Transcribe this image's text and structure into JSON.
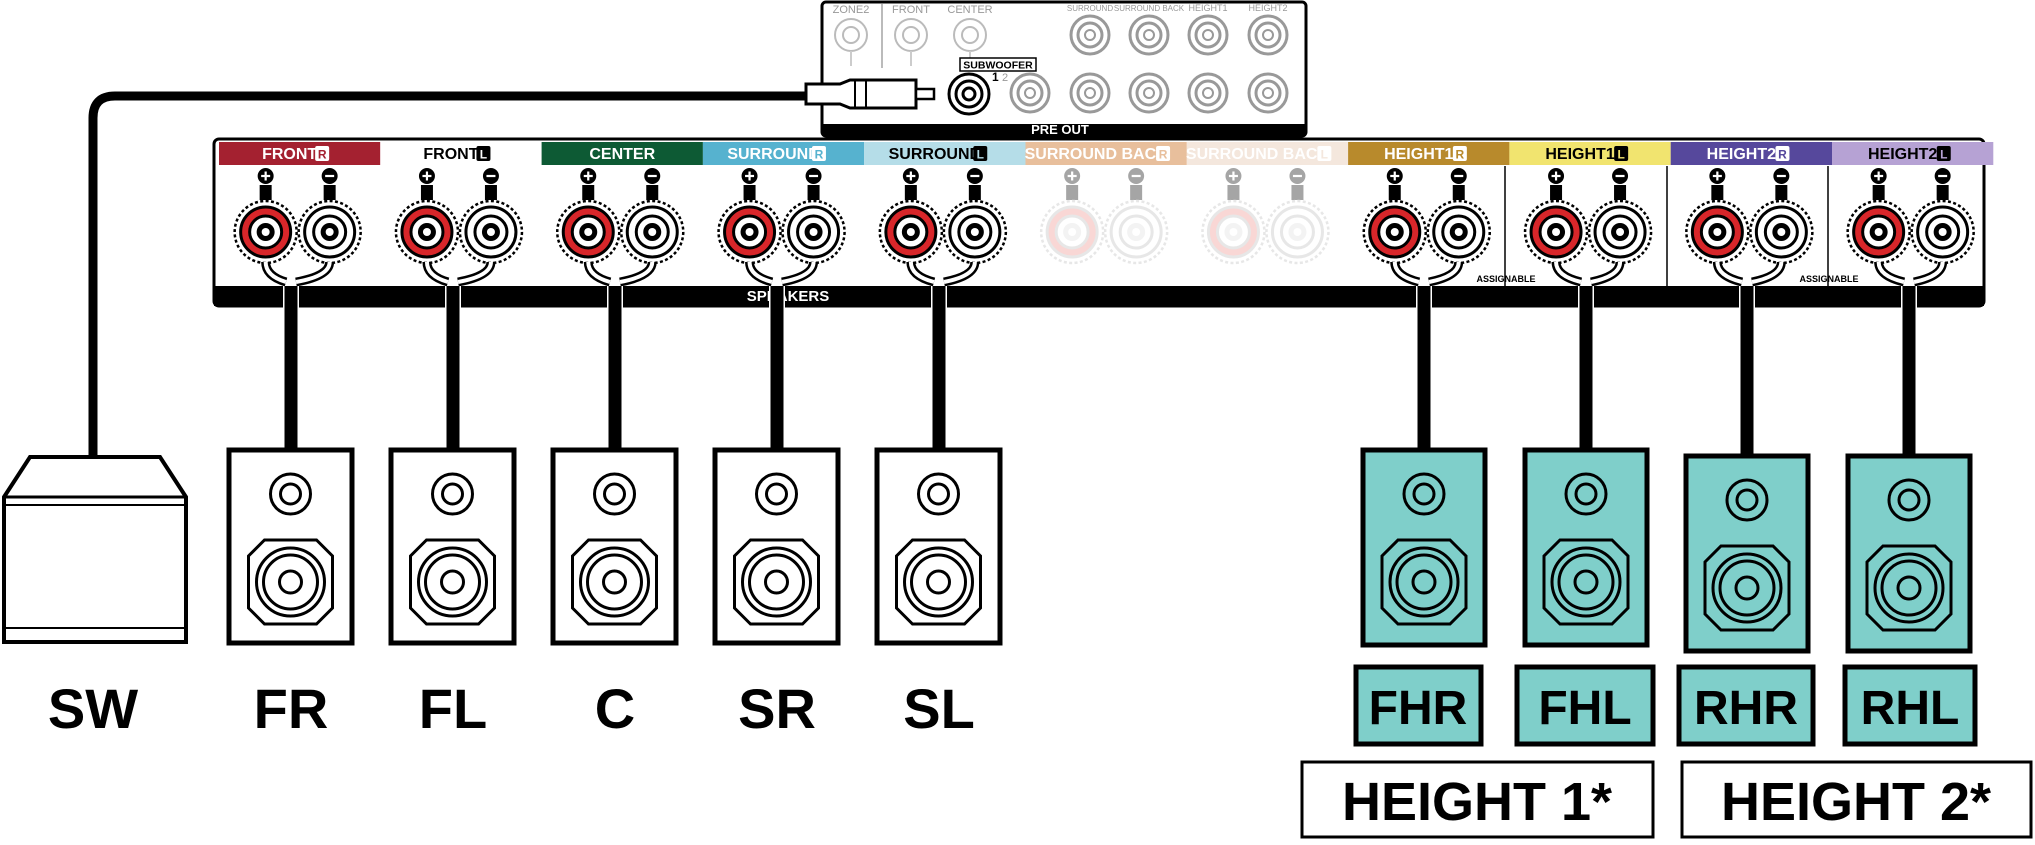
{
  "colors": {
    "front_r": "#a42130",
    "front_l": "#ffffff",
    "center": "#0d5a34",
    "surround_r": "#56b2cf",
    "surround_l": "#b5dde8",
    "surround_back_r": "#e8bf9c",
    "surround_back_l": "#f4e7dd",
    "height1_r": "#b88a2c",
    "height1_l": "#f1e46f",
    "height2_r": "#56489c",
    "height2_l": "#b6a2d4",
    "speaker_teal": "#7fcfca",
    "terminal_red": "#d8262a"
  },
  "preout": {
    "top_labels": [
      "ZONE2",
      "FRONT",
      "CENTER",
      "SURROUND",
      "SURROUND BACK",
      "HEIGHT1",
      "HEIGHT2"
    ],
    "subwoofer_label": "SUBWOOFER",
    "sub_num_1": "1",
    "sub_num_2": "2",
    "bottom_label": "PRE OUT"
  },
  "channels": [
    {
      "label": "FRONT",
      "mark": "R",
      "color_key": "front_r",
      "faded": false
    },
    {
      "label": "FRONT",
      "mark": "L",
      "color_key": "front_l",
      "faded": false
    },
    {
      "label": "CENTER",
      "mark": "",
      "color_key": "center",
      "faded": false
    },
    {
      "label": "SURROUND",
      "mark": "R",
      "color_key": "surround_r",
      "faded": false
    },
    {
      "label": "SURROUND",
      "mark": "L",
      "color_key": "surround_l",
      "faded": false
    },
    {
      "label": "SURROUND BACK",
      "mark": "R",
      "color_key": "surround_back_r",
      "faded": true
    },
    {
      "label": "SURROUND BACK",
      "mark": "L",
      "color_key": "surround_back_l",
      "faded": true
    },
    {
      "label": "HEIGHT1",
      "mark": "R",
      "color_key": "height1_r",
      "faded": false
    },
    {
      "label": "HEIGHT1",
      "mark": "L",
      "color_key": "height1_l",
      "faded": false
    },
    {
      "label": "HEIGHT2",
      "mark": "R",
      "color_key": "height2_r",
      "faded": false
    },
    {
      "label": "HEIGHT2",
      "mark": "L",
      "color_key": "height2_l",
      "faded": false
    }
  ],
  "panel": {
    "speakers_label": "SPEAKERS",
    "assignable_label_1": "ASSIGNABLE",
    "assignable_label_2": "ASSIGNABLE"
  },
  "speakers": {
    "subwoofer": "SW",
    "front_right": "FR",
    "front_left": "FL",
    "center": "C",
    "surround_right": "SR",
    "surround_left": "SL",
    "front_height_right": "FHR",
    "front_height_left": "FHL",
    "rear_height_right": "RHR",
    "rear_height_left": "RHL"
  },
  "groups": {
    "height1": "HEIGHT 1*",
    "height2": "HEIGHT 2*"
  }
}
